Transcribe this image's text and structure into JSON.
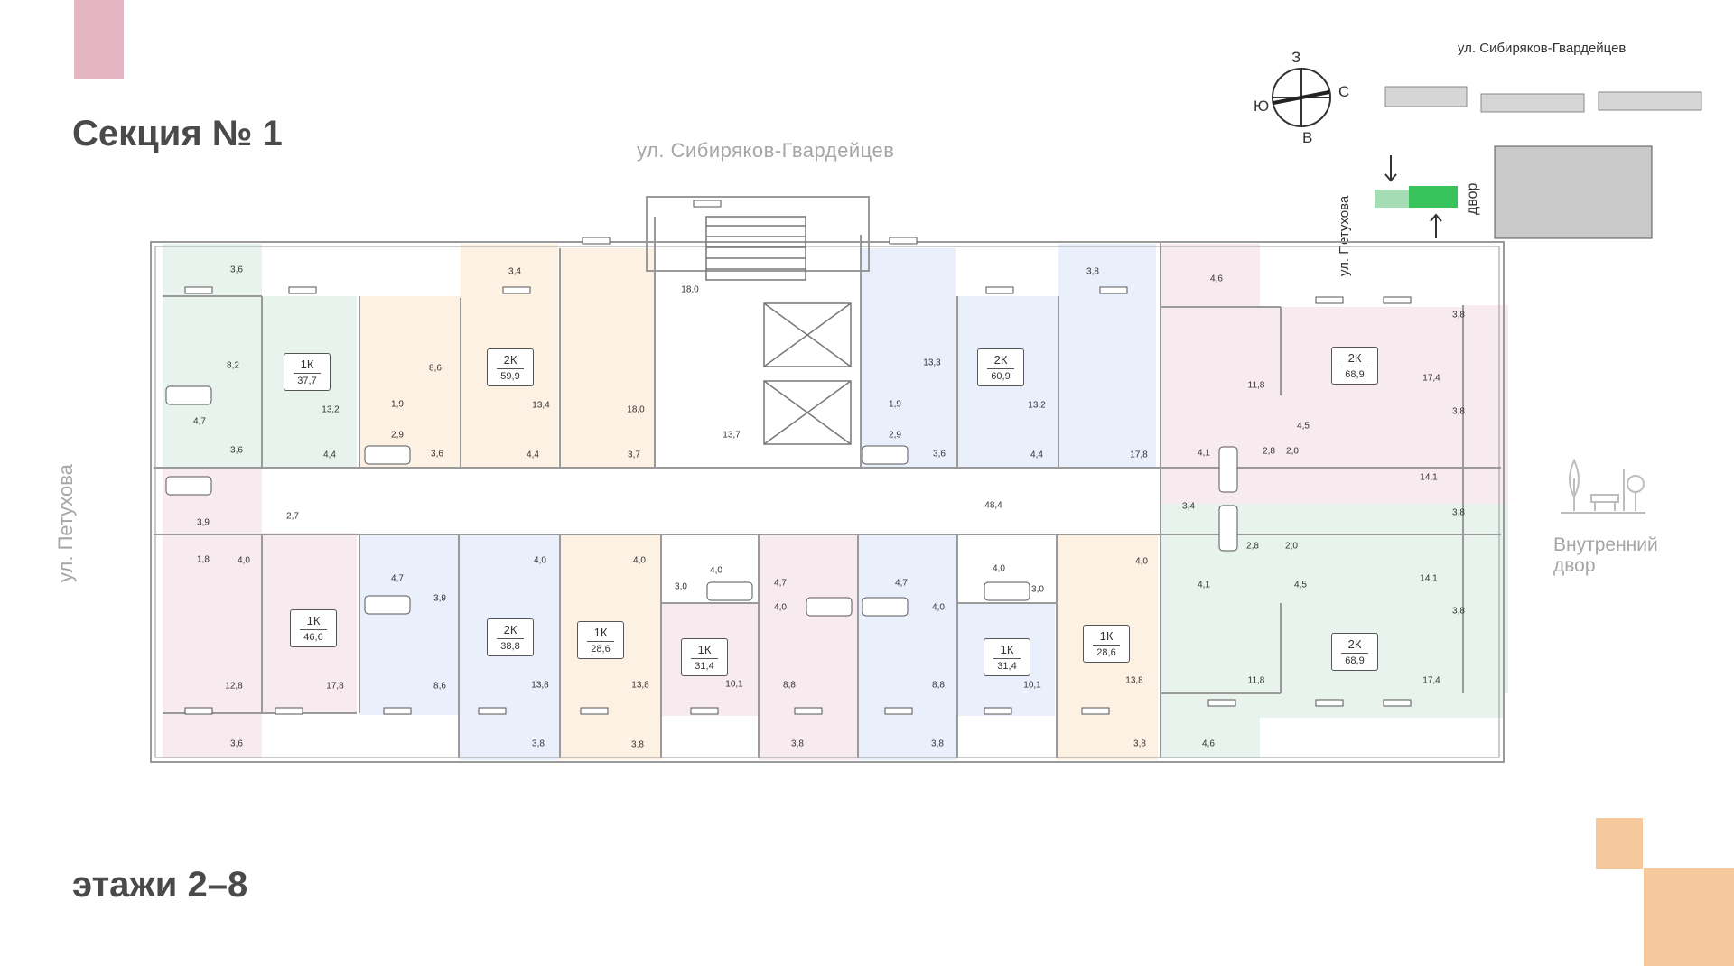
{
  "header": {
    "section_title": "Секция № 1",
    "floors_label": "этажи 2–8"
  },
  "streets": {
    "top": "ул. Сибиряков-Гвардейцев",
    "left": "ул. Петухова",
    "mini_top": "ул. Сибиряков-Гвардейцев",
    "mini_side": "ул. Петухова",
    "yard": "двор",
    "inner_yard_line1": "Внутренний",
    "inner_yard_line2": "двор"
  },
  "compass": {
    "north": "З",
    "east": "С",
    "south": "В",
    "west": "Ю"
  },
  "colors": {
    "green": "#e7f3ec",
    "pink": "#f8ebf0",
    "peach": "#fdf1e4",
    "blue": "#e9f0fb",
    "wall": "#9a9a9a",
    "accent_green": "#37c25c",
    "deco_pink": "#e4b5c2",
    "deco_peach": "#f6c99c"
  },
  "apartments": [
    {
      "id": "a1",
      "type": "1К",
      "area": "37,7"
    },
    {
      "id": "a2",
      "type": "2К",
      "area": "59,9"
    },
    {
      "id": "a3",
      "type": "2К",
      "area": "60,9"
    },
    {
      "id": "a4",
      "type": "2К",
      "area": "68,9"
    },
    {
      "id": "a5",
      "type": "1К",
      "area": "46,6"
    },
    {
      "id": "a6",
      "type": "2К",
      "area": "38,8"
    },
    {
      "id": "a7",
      "type": "1К",
      "area": "28,6"
    },
    {
      "id": "a8",
      "type": "1К",
      "area": "31,4"
    },
    {
      "id": "a9",
      "type": "1К",
      "area": "31,4"
    },
    {
      "id": "a10",
      "type": "1К",
      "area": "28,6"
    },
    {
      "id": "a11",
      "type": "2К",
      "area": "68,9"
    }
  ],
  "room_areas": [
    "3,6",
    "8,2",
    "4,7",
    "3,6",
    "13,2",
    "4,4",
    "1,9",
    "8,6",
    "2,9",
    "3,6",
    "3,4",
    "13,4",
    "4,4",
    "18,0",
    "3,7",
    "18,0",
    "13,7",
    "13,3",
    "1,9",
    "2,9",
    "3,6",
    "13,2",
    "4,4",
    "3,8",
    "17,8",
    "4,6",
    "11,8",
    "4,1",
    "2,8",
    "2,0",
    "4,5",
    "17,4",
    "3,8",
    "3,8",
    "14,1",
    "3,4",
    "48,4",
    "2,7",
    "3,9",
    "1,8",
    "4,0",
    "12,8",
    "17,8",
    "4,7",
    "3,9",
    "8,6",
    "4,0",
    "13,8",
    "3,8",
    "4,0",
    "13,8",
    "3,8",
    "3,0",
    "4,0",
    "10,1",
    "4,7",
    "4,0",
    "8,8",
    "3,8",
    "4,7",
    "4,0",
    "8,8",
    "3,8",
    "4,0",
    "3,0",
    "10,1",
    "4,0",
    "13,8",
    "3,8",
    "3,8",
    "2,8",
    "2,0",
    "4,1",
    "4,5",
    "14,1",
    "3,8",
    "11,8",
    "17,4",
    "4,6",
    "3,6"
  ]
}
